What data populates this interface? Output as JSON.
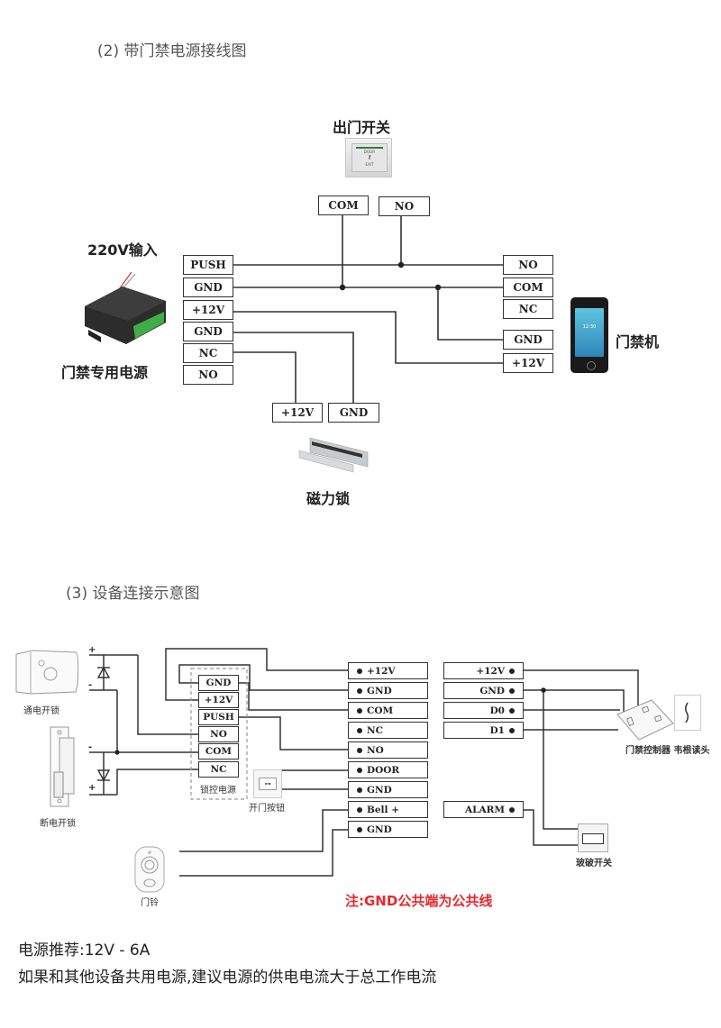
{
  "section2": {
    "title": "(2) 带门禁电源接线图",
    "exit_switch": {
      "label": "出门开关",
      "plate_text": [
        "DOOR",
        "EXIT"
      ],
      "terminals": [
        "COM",
        "NO"
      ]
    },
    "power_supply": {
      "input_label": "220V输入",
      "label": "门禁专用电源",
      "terminals": [
        "PUSH",
        "GND",
        "+12V",
        "GND",
        "NC",
        "NO"
      ]
    },
    "access_device": {
      "label": "门禁机",
      "screen_time": "12:30",
      "terminals_top": [
        "NO",
        "COM",
        "NC"
      ],
      "terminals_bottom": [
        "GND",
        "+12V"
      ]
    },
    "mag_lock": {
      "label": "磁力锁",
      "terminals": [
        "+12V",
        "GND"
      ]
    }
  },
  "section3": {
    "title": "(3) 设备连接示意图",
    "lock_power": {
      "label": "锁控电源",
      "terminals": [
        "GND",
        "+12V",
        "PUSH",
        "NO",
        "COM",
        "NC"
      ]
    },
    "fail_secure_lock": {
      "label": "通电开锁",
      "plus": "+",
      "minus": "-"
    },
    "fail_safe_lock": {
      "label": "断电开锁",
      "plus": "+",
      "minus": "-"
    },
    "exit_button": {
      "label": "开门按钮"
    },
    "doorbell": {
      "label": "门铃"
    },
    "center_terminals": [
      "+12V",
      "GND",
      "COM",
      "NC",
      "NO",
      "DOOR",
      "GND",
      "Bell +",
      "GND"
    ],
    "right_terminals": [
      "+12V",
      "GND",
      "D0",
      "D1"
    ],
    "alarm_terminal": "ALARM",
    "controller": {
      "label": "门禁控制器 韦根读头"
    },
    "glass_break": {
      "label": "玻破开关"
    },
    "note": "注:GND公共端为公共线"
  },
  "footer": {
    "power_recommendation": "电源推荐:12V - 6A",
    "advice": "如果和其他设备共用电源,建议电源的供电电流大于总工作电流"
  },
  "colors": {
    "wire": "#333333",
    "note": "#e8282b",
    "terminal_green": "#3fae49"
  }
}
